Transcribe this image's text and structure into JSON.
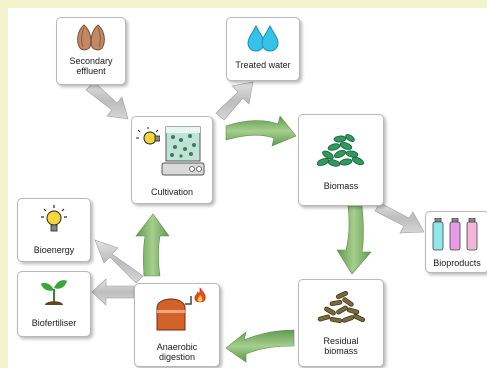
{
  "nodes": {
    "secondary_effluent": "Secondary\neffluent",
    "treated_water": "Treated water",
    "cultivation": "Cultivation",
    "biomass": "Biomass",
    "bioproducts": "Bioproducts",
    "residual_biomass": "Residual\nbiomass",
    "anaerobic_digestion": "Anaerobic\ndigestion",
    "bioenergy": "Bioenergy",
    "biofertiliser": "Biofertiliser"
  },
  "colors": {
    "background": "#f3f4cc",
    "grey_arrow": "#c8c8c8",
    "green_arrow": "#7fb069",
    "box_border": "#b9b9b9"
  },
  "icons": [
    "seed-icon",
    "water-drops-icon",
    "lightbulb-icon",
    "photobioreactor-icon",
    "algae-pellets-icon",
    "bottles-icon",
    "residual-pellets-icon",
    "digester-icon",
    "flame-icon",
    "sprout-icon"
  ]
}
